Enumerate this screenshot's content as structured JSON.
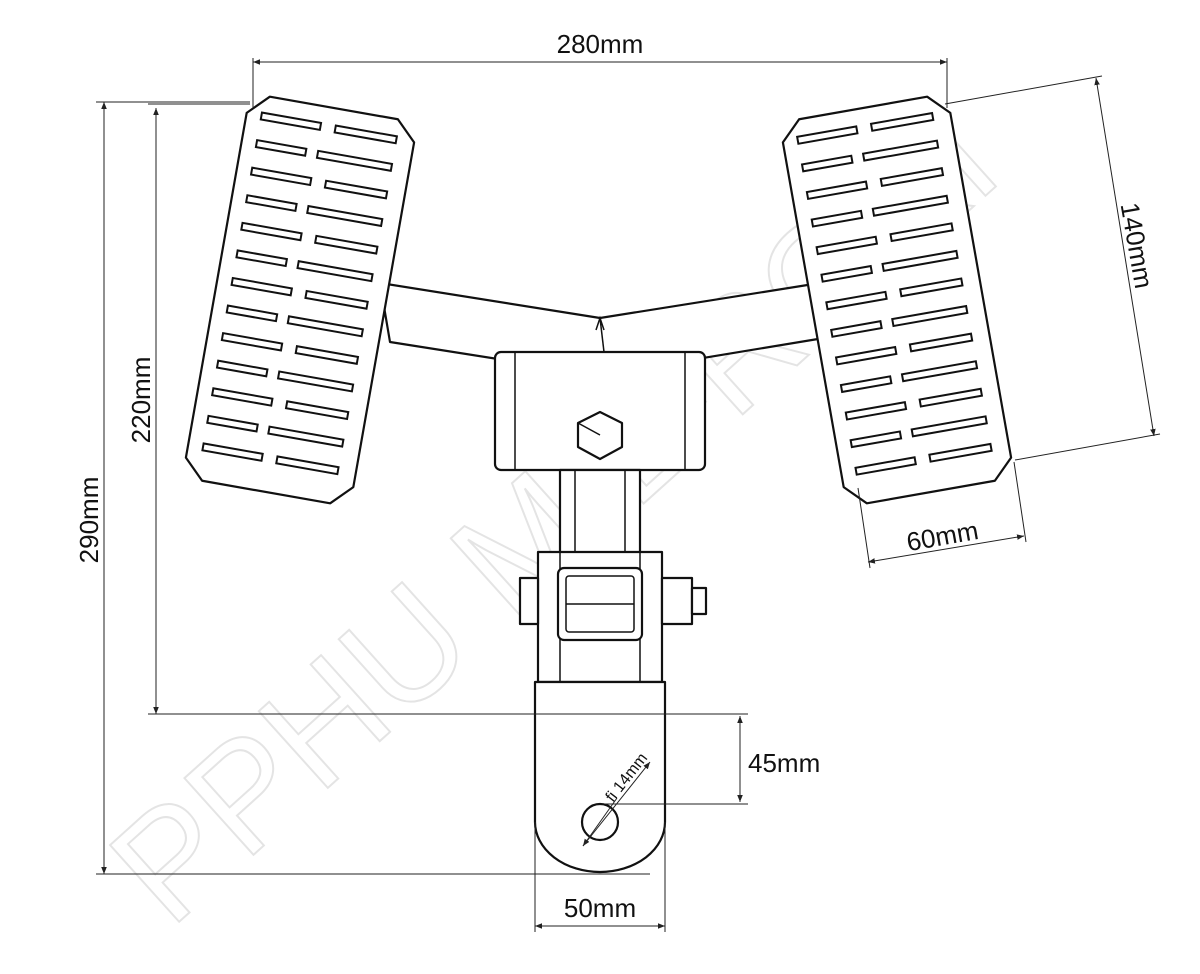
{
  "drawing": {
    "watermark": "PPHU MIL-ROKI",
    "colors": {
      "line": "#111111",
      "watermark": "#e4e4e4",
      "background": "#ffffff"
    }
  },
  "dimensions": {
    "width_total": "280mm",
    "height_total": "290mm",
    "height_upper": "220mm",
    "roller_length": "140mm",
    "roller_width": "60mm",
    "hole_offset": "45mm",
    "bracket_width": "50mm",
    "hole_diameter": "fi 14mm"
  }
}
